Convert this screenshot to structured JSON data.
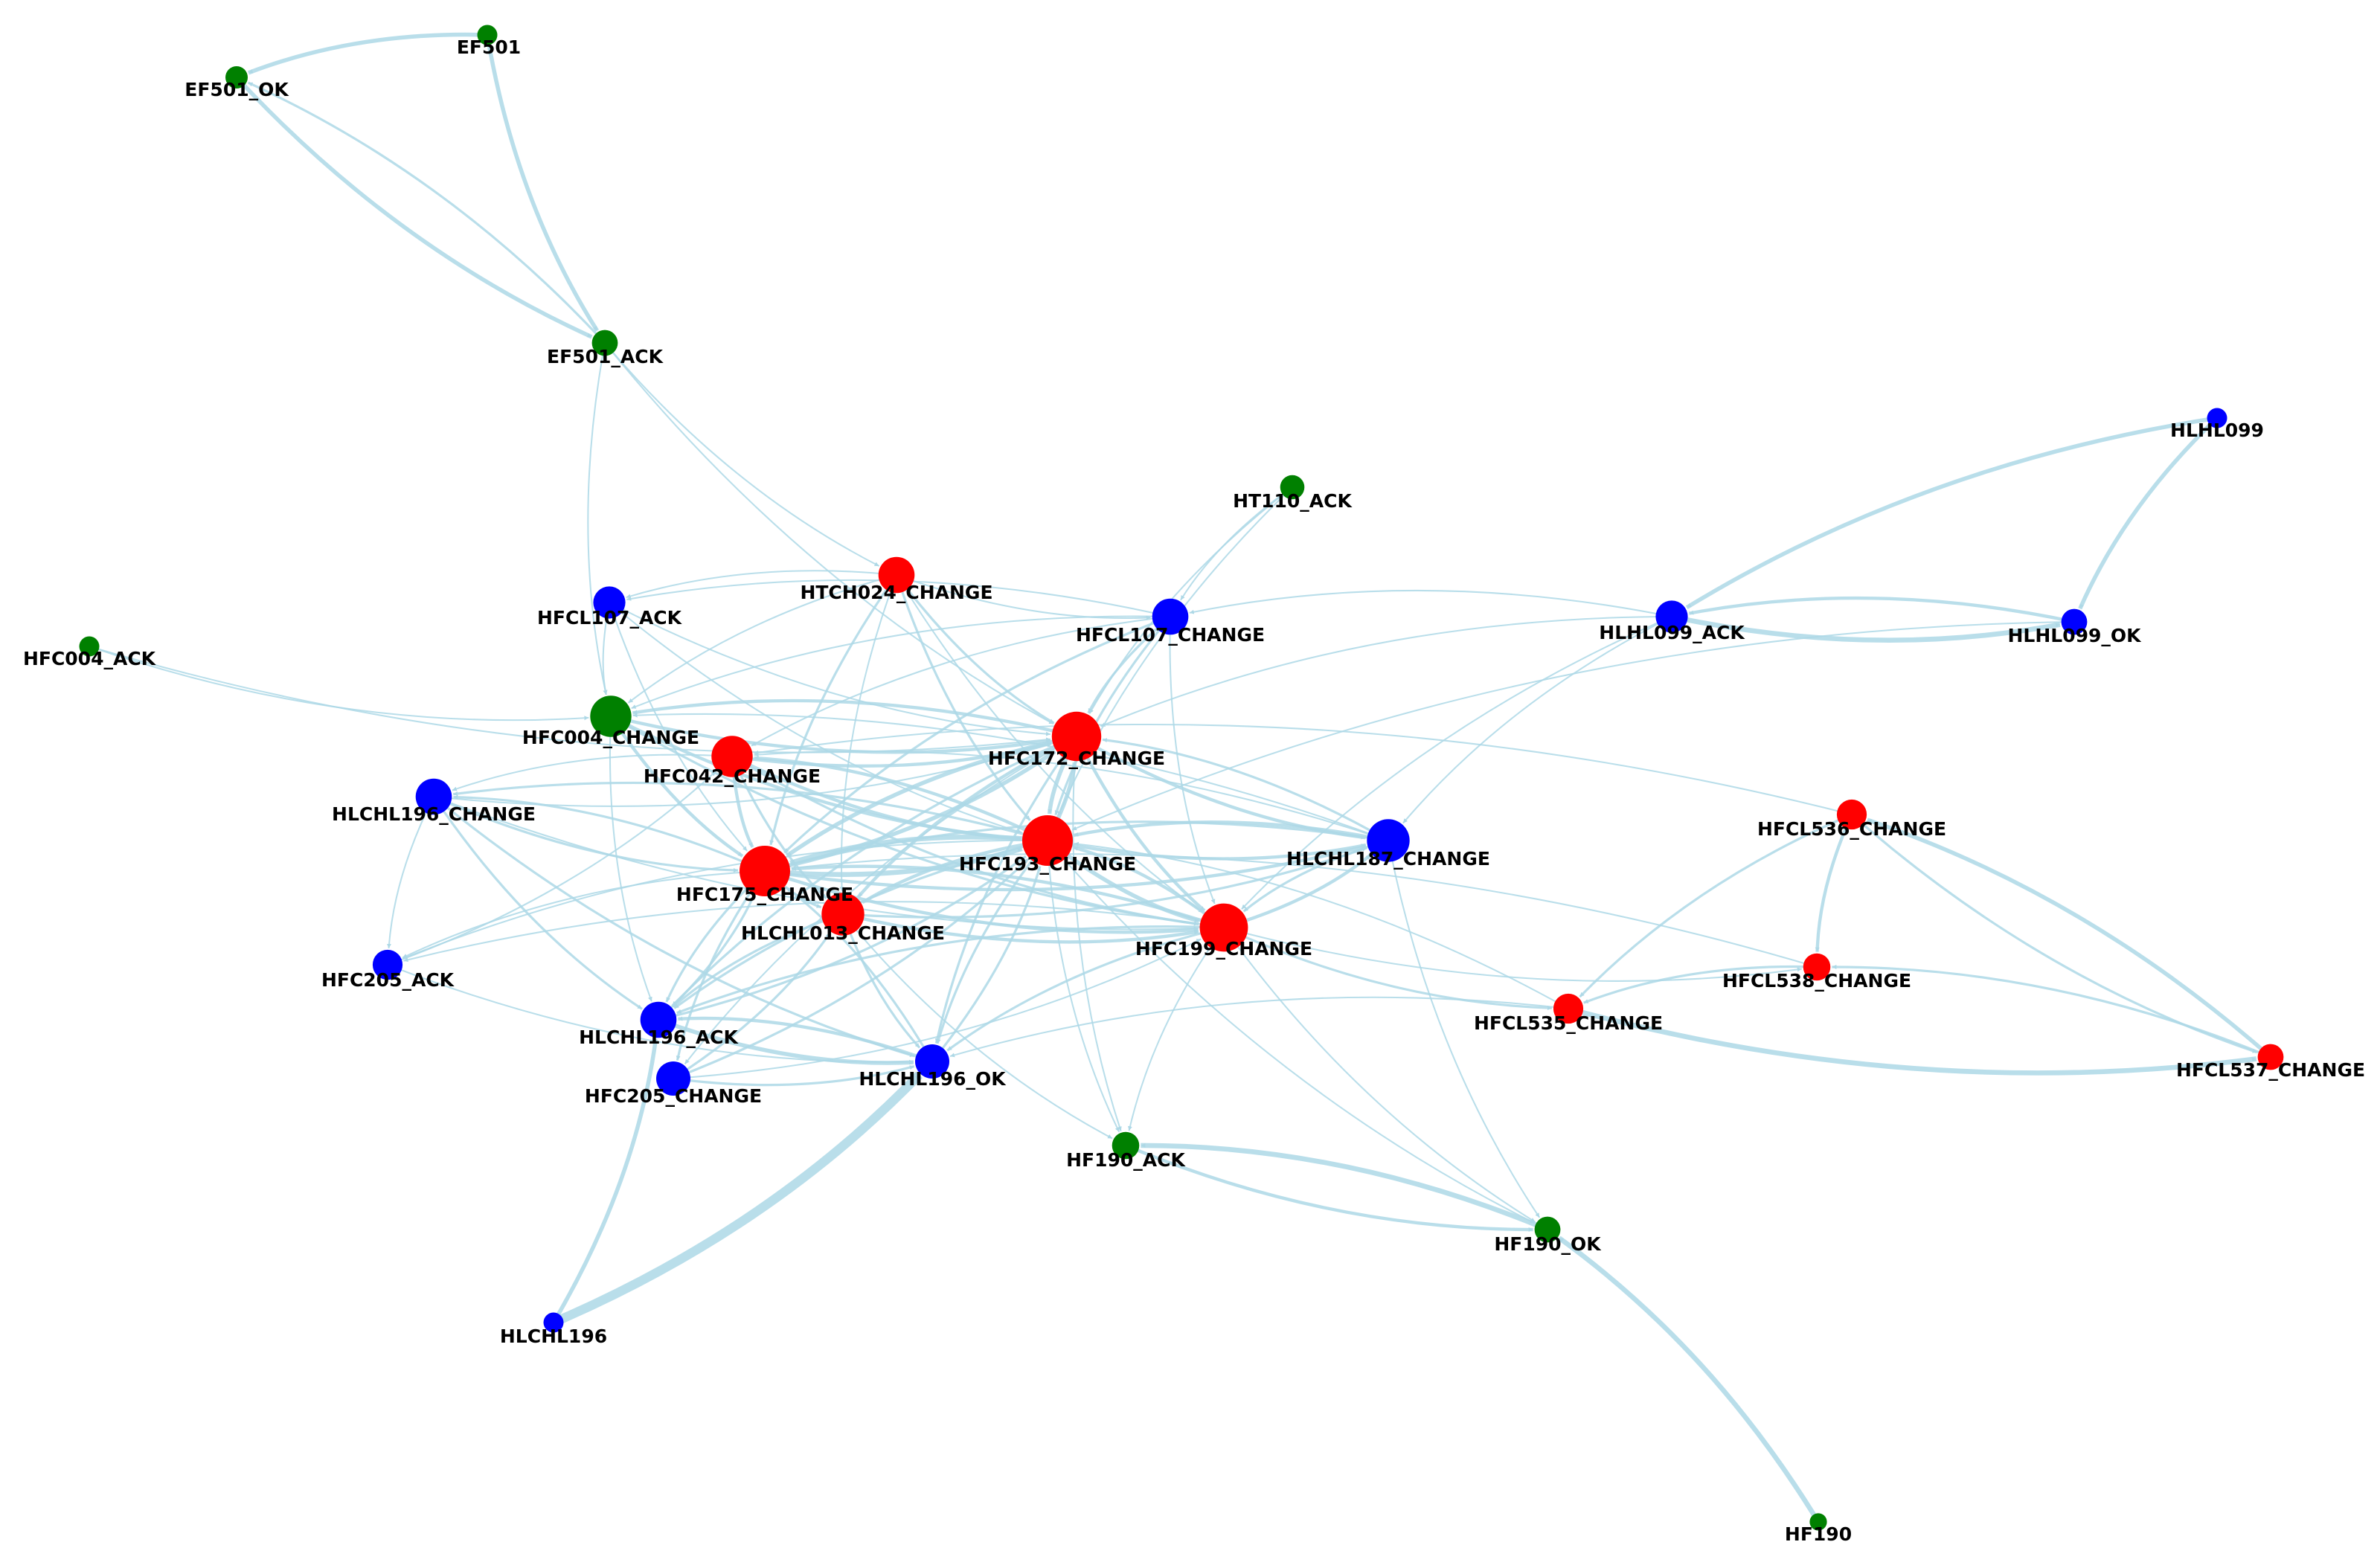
{
  "colors": {
    "edge": "#add8e6",
    "red": "#ff0000",
    "blue": "#0000ff",
    "green": "#008000",
    "label": "#000000",
    "background": "#ffffff"
  },
  "nodes": [
    {
      "id": "EF501",
      "label": "EF501",
      "color": "green",
      "degree": 2
    },
    {
      "id": "EF501_OK",
      "label": "EF501_OK",
      "color": "green",
      "degree": 3
    },
    {
      "id": "EF501_ACK",
      "label": "EF501_ACK",
      "color": "green",
      "degree": 5
    },
    {
      "id": "HT110_ACK",
      "label": "HT110_ACK",
      "color": "green",
      "degree": 4
    },
    {
      "id": "HTCH024_CHANGE",
      "label": "HTCH024_CHANGE",
      "color": "red",
      "degree": 14
    },
    {
      "id": "HFCL107_ACK",
      "label": "HFCL107_ACK",
      "color": "blue",
      "degree": 10
    },
    {
      "id": "HFCL107_CHANGE",
      "label": "HFCL107_CHANGE",
      "color": "blue",
      "degree": 14
    },
    {
      "id": "HLHL099",
      "label": "HLHL099",
      "color": "blue",
      "degree": 2
    },
    {
      "id": "HLHL099_ACK",
      "label": "HLHL099_ACK",
      "color": "blue",
      "degree": 10
    },
    {
      "id": "HLHL099_OK",
      "label": "HLHL099_OK",
      "color": "blue",
      "degree": 5
    },
    {
      "id": "HFC004_ACK",
      "label": "HFC004_ACK",
      "color": "green",
      "degree": 2
    },
    {
      "id": "HFC004_CHANGE",
      "label": "HFC004_CHANGE",
      "color": "green",
      "degree": 20
    },
    {
      "id": "HFC042_CHANGE",
      "label": "HFC042_CHANGE",
      "color": "red",
      "degree": 20
    },
    {
      "id": "HFC172_CHANGE",
      "label": "HFC172_CHANGE",
      "color": "red",
      "degree": 32
    },
    {
      "id": "HLCHL196_CHANGE",
      "label": "HLCHL196_CHANGE",
      "color": "blue",
      "degree": 14
    },
    {
      "id": "HFC193_CHANGE",
      "label": "HFC193_CHANGE",
      "color": "red",
      "degree": 34
    },
    {
      "id": "HLCHL187_CHANGE",
      "label": "HLCHL187_CHANGE",
      "color": "blue",
      "degree": 22
    },
    {
      "id": "HFCL536_CHANGE",
      "label": "HFCL536_CHANGE",
      "color": "red",
      "degree": 8
    },
    {
      "id": "HFC175_CHANGE",
      "label": "HFC175_CHANGE",
      "color": "red",
      "degree": 34
    },
    {
      "id": "HLCHL013_CHANGE",
      "label": "HLCHL013_CHANGE",
      "color": "red",
      "degree": 22
    },
    {
      "id": "HFC199_CHANGE",
      "label": "HFC199_CHANGE",
      "color": "red",
      "degree": 30
    },
    {
      "id": "HFCL538_CHANGE",
      "label": "HFCL538_CHANGE",
      "color": "red",
      "degree": 6
    },
    {
      "id": "HFC205_ACK",
      "label": "HFC205_ACK",
      "color": "blue",
      "degree": 8
    },
    {
      "id": "HFCL535_CHANGE",
      "label": "HFCL535_CHANGE",
      "color": "red",
      "degree": 8
    },
    {
      "id": "HLCHL196_ACK",
      "label": "HLCHL196_ACK",
      "color": "blue",
      "degree": 14
    },
    {
      "id": "HFC205_CHANGE",
      "label": "HFC205_CHANGE",
      "color": "blue",
      "degree": 12
    },
    {
      "id": "HLCHL196_OK",
      "label": "HLCHL196_OK",
      "color": "blue",
      "degree": 12
    },
    {
      "id": "HFCL537_CHANGE",
      "label": "HFCL537_CHANGE",
      "color": "red",
      "degree": 5
    },
    {
      "id": "HF190_ACK",
      "label": "HF190_ACK",
      "color": "green",
      "degree": 6
    },
    {
      "id": "HF190_OK",
      "label": "HF190_OK",
      "color": "green",
      "degree": 5
    },
    {
      "id": "HLCHL196",
      "label": "HLCHL196",
      "color": "blue",
      "degree": 2
    },
    {
      "id": "HF190",
      "label": "HF190",
      "color": "green",
      "degree": 1
    }
  ],
  "edges": [
    {
      "source": "EF501",
      "target": "EF501_OK",
      "weight": 4
    },
    {
      "source": "EF501",
      "target": "EF501_ACK",
      "weight": 4
    },
    {
      "source": "EF501_OK",
      "target": "EF501_ACK",
      "weight": 4
    },
    {
      "source": "EF501_ACK",
      "target": "EF501_OK",
      "weight": 2
    },
    {
      "source": "EF501_ACK",
      "target": "HFC004_CHANGE",
      "weight": 1
    },
    {
      "source": "EF501_ACK",
      "target": "HTCH024_CHANGE",
      "weight": 1
    },
    {
      "source": "EF501_ACK",
      "target": "HFC172_CHANGE",
      "weight": 1
    },
    {
      "source": "HT110_ACK",
      "target": "HFCL107_CHANGE",
      "weight": 1
    },
    {
      "source": "HT110_ACK",
      "target": "HFC172_CHANGE",
      "weight": 1
    },
    {
      "source": "HT110_ACK",
      "target": "HFC193_CHANGE",
      "weight": 1
    },
    {
      "source": "HLHL099",
      "target": "HLHL099_ACK",
      "weight": 4
    },
    {
      "source": "HLHL099",
      "target": "HLHL099_OK",
      "weight": 4
    },
    {
      "source": "HLHL099_ACK",
      "target": "HLHL099_OK",
      "weight": 5
    },
    {
      "source": "HLHL099_OK",
      "target": "HLHL099_ACK",
      "weight": 3
    },
    {
      "source": "HLHL099_ACK",
      "target": "HLCHL187_CHANGE",
      "weight": 1
    },
    {
      "source": "HLHL099_ACK",
      "target": "HFC199_CHANGE",
      "weight": 1
    },
    {
      "source": "HLHL099_ACK",
      "target": "HFC172_CHANGE",
      "weight": 1
    },
    {
      "source": "HLHL099_ACK",
      "target": "HFCL107_CHANGE",
      "weight": 1
    },
    {
      "source": "HLHL099_OK",
      "target": "HFC193_CHANGE",
      "weight": 1
    },
    {
      "source": "HFCL107_CHANGE",
      "target": "HFCL107_ACK",
      "weight": 1
    },
    {
      "source": "HFCL107_CHANGE",
      "target": "HFC172_CHANGE",
      "weight": 2
    },
    {
      "source": "HFCL107_CHANGE",
      "target": "HFC193_CHANGE",
      "weight": 2
    },
    {
      "source": "HFCL107_CHANGE",
      "target": "HFC175_CHANGE",
      "weight": 2
    },
    {
      "source": "HFCL107_CHANGE",
      "target": "HFC042_CHANGE",
      "weight": 1
    },
    {
      "source": "HFCL107_CHANGE",
      "target": "HFC004_CHANGE",
      "weight": 1
    },
    {
      "source": "HFCL107_CHANGE",
      "target": "HFC199_CHANGE",
      "weight": 1
    },
    {
      "source": "HFCL107_ACK",
      "target": "HFC004_CHANGE",
      "weight": 1
    },
    {
      "source": "HFCL107_ACK",
      "target": "HFC175_CHANGE",
      "weight": 1
    },
    {
      "source": "HFCL107_ACK",
      "target": "HFC172_CHANGE",
      "weight": 1
    },
    {
      "source": "HFCL107_ACK",
      "target": "HFC193_CHANGE",
      "weight": 1
    },
    {
      "source": "HTCH024_CHANGE",
      "target": "HFCL107_ACK",
      "weight": 1
    },
    {
      "source": "HTCH024_CHANGE",
      "target": "HFCL107_CHANGE",
      "weight": 1
    },
    {
      "source": "HTCH024_CHANGE",
      "target": "HFC172_CHANGE",
      "weight": 2
    },
    {
      "source": "HTCH024_CHANGE",
      "target": "HFC175_CHANGE",
      "weight": 2
    },
    {
      "source": "HTCH024_CHANGE",
      "target": "HFC193_CHANGE",
      "weight": 2
    },
    {
      "source": "HTCH024_CHANGE",
      "target": "HFC004_CHANGE",
      "weight": 1
    },
    {
      "source": "HTCH024_CHANGE",
      "target": "HLCHL013_CHANGE",
      "weight": 1
    },
    {
      "source": "HTCH024_CHANGE",
      "target": "HFC199_CHANGE",
      "weight": 1
    },
    {
      "source": "HFC004_ACK",
      "target": "HFC004_CHANGE",
      "weight": 1
    },
    {
      "source": "HFC004_ACK",
      "target": "HFC172_CHANGE",
      "weight": 1
    },
    {
      "source": "HFC004_CHANGE",
      "target": "HFC172_CHANGE",
      "weight": 3
    },
    {
      "source": "HFC172_CHANGE",
      "target": "HFC004_CHANGE",
      "weight": 3
    },
    {
      "source": "HFC004_CHANGE",
      "target": "HFC175_CHANGE",
      "weight": 3
    },
    {
      "source": "HFC004_CHANGE",
      "target": "HFC193_CHANGE",
      "weight": 3
    },
    {
      "source": "HFC004_CHANGE",
      "target": "HFC199_CHANGE",
      "weight": 2
    },
    {
      "source": "HFC004_CHANGE",
      "target": "HLCHL196_ACK",
      "weight": 1
    },
    {
      "source": "HFC042_CHANGE",
      "target": "HFC172_CHANGE",
      "weight": 3
    },
    {
      "source": "HFC042_CHANGE",
      "target": "HFC193_CHANGE",
      "weight": 3
    },
    {
      "source": "HFC042_CHANGE",
      "target": "HFC175_CHANGE",
      "weight": 3
    },
    {
      "source": "HFC042_CHANGE",
      "target": "HFC199_CHANGE",
      "weight": 2
    },
    {
      "source": "HFC042_CHANGE",
      "target": "HLCHL013_CHANGE",
      "weight": 2
    },
    {
      "source": "HFC042_CHANGE",
      "target": "HLCHL196_CHANGE",
      "weight": 1
    },
    {
      "source": "HFC193_CHANGE",
      "target": "HFC042_CHANGE",
      "weight": 3
    },
    {
      "source": "HFC172_CHANGE",
      "target": "HFC193_CHANGE",
      "weight": 4
    },
    {
      "source": "HFC193_CHANGE",
      "target": "HFC172_CHANGE",
      "weight": 4
    },
    {
      "source": "HFC172_CHANGE",
      "target": "HFC175_CHANGE",
      "weight": 4
    },
    {
      "source": "HFC175_CHANGE",
      "target": "HFC172_CHANGE",
      "weight": 4
    },
    {
      "source": "HFC172_CHANGE",
      "target": "HFC199_CHANGE",
      "weight": 3
    },
    {
      "source": "HFC172_CHANGE",
      "target": "HLCHL187_CHANGE",
      "weight": 3
    },
    {
      "source": "HFC172_CHANGE",
      "target": "HLCHL013_CHANGE",
      "weight": 3
    },
    {
      "source": "HFC172_CHANGE",
      "target": "HLCHL196_ACK",
      "weight": 2
    },
    {
      "source": "HFC172_CHANGE",
      "target": "HLCHL196_OK",
      "weight": 2
    },
    {
      "source": "HFC172_CHANGE",
      "target": "HFC205_CHANGE",
      "weight": 1
    },
    {
      "source": "HFC193_CHANGE",
      "target": "HFC175_CHANGE",
      "weight": 5
    },
    {
      "source": "HFC175_CHANGE",
      "target": "HFC193_CHANGE",
      "weight": 5
    },
    {
      "source": "HFC193_CHANGE",
      "target": "HFC199_CHANGE",
      "weight": 4
    },
    {
      "source": "HFC199_CHANGE",
      "target": "HFC193_CHANGE",
      "weight": 3
    },
    {
      "source": "HFC193_CHANGE",
      "target": "HLCHL187_CHANGE",
      "weight": 3
    },
    {
      "source": "HLCHL187_CHANGE",
      "target": "HFC193_CHANGE",
      "weight": 3
    },
    {
      "source": "HFC193_CHANGE",
      "target": "HLCHL013_CHANGE",
      "weight": 3
    },
    {
      "source": "HFC193_CHANGE",
      "target": "HLCHL196_CHANGE",
      "weight": 2
    },
    {
      "source": "HFC193_CHANGE",
      "target": "HLCHL196_ACK",
      "weight": 2
    },
    {
      "source": "HFC193_CHANGE",
      "target": "HFC205_ACK",
      "weight": 1
    },
    {
      "source": "HFC193_CHANGE",
      "target": "HLCHL196_OK",
      "weight": 2
    },
    {
      "source": "HFC175_CHANGE",
      "target": "HFC199_CHANGE",
      "weight": 3
    },
    {
      "source": "HFC199_CHANGE",
      "target": "HFC175_CHANGE",
      "weight": 3
    },
    {
      "source": "HFC175_CHANGE",
      "target": "HLCHL187_CHANGE",
      "weight": 3
    },
    {
      "source": "HFC175_CHANGE",
      "target": "HLCHL196_CHANGE",
      "weight": 2
    },
    {
      "source": "HLCHL196_CHANGE",
      "target": "HFC175_CHANGE",
      "weight": 2
    },
    {
      "source": "HFC175_CHANGE",
      "target": "HLCHL196_ACK",
      "weight": 2
    },
    {
      "source": "HFC175_CHANGE",
      "target": "HFC205_CHANGE",
      "weight": 2
    },
    {
      "source": "HFC175_CHANGE",
      "target": "HLCHL013_CHANGE",
      "weight": 2
    },
    {
      "source": "HFC175_CHANGE",
      "target": "HFC205_ACK",
      "weight": 1
    },
    {
      "source": "HLCHL013_CHANGE",
      "target": "HFC199_CHANGE",
      "weight": 3
    },
    {
      "source": "HLCHL013_CHANGE",
      "target": "HLCHL196_OK",
      "weight": 2
    },
    {
      "source": "HLCHL013_CHANGE",
      "target": "HLCHL196_ACK",
      "weight": 2
    },
    {
      "source": "HLCHL013_CHANGE",
      "target": "HF190_ACK",
      "weight": 1
    },
    {
      "source": "HLCHL013_CHANGE",
      "target": "HLCHL187_CHANGE",
      "weight": 2
    },
    {
      "source": "HFC199_CHANGE",
      "target": "HLCHL187_CHANGE",
      "weight": 3
    },
    {
      "source": "HLCHL187_CHANGE",
      "target": "HFC199_CHANGE",
      "weight": 2
    },
    {
      "source": "HLCHL187_CHANGE",
      "target": "HFC172_CHANGE",
      "weight": 2
    },
    {
      "source": "HLCHL187_CHANGE",
      "target": "HFC175_CHANGE",
      "weight": 2
    },
    {
      "source": "HLCHL187_CHANGE",
      "target": "HFC042_CHANGE",
      "weight": 1
    },
    {
      "source": "HLCHL187_CHANGE",
      "target": "HFC004_CHANGE",
      "weight": 1
    },
    {
      "source": "HFC199_CHANGE",
      "target": "HFCL535_CHANGE",
      "weight": 2
    },
    {
      "source": "HFC199_CHANGE",
      "target": "HFCL538_CHANGE",
      "weight": 1
    },
    {
      "source": "HFC199_CHANGE",
      "target": "HF190_ACK",
      "weight": 1
    },
    {
      "source": "HFC199_CHANGE",
      "target": "HF190_OK",
      "weight": 1
    },
    {
      "source": "HFC199_CHANGE",
      "target": "HLCHL196_OK",
      "weight": 2
    },
    {
      "source": "HFC199_CHANGE",
      "target": "HLCHL196_ACK",
      "weight": 2
    },
    {
      "source": "HFC199_CHANGE",
      "target": "HFC205_ACK",
      "weight": 1
    },
    {
      "source": "HFC172_CHANGE",
      "target": "HF190_ACK",
      "weight": 1
    },
    {
      "source": "HFC193_CHANGE",
      "target": "HF190_ACK",
      "weight": 1
    },
    {
      "source": "HFC193_CHANGE",
      "target": "HF190_OK",
      "weight": 1
    },
    {
      "source": "HLCHL187_CHANGE",
      "target": "HF190_OK",
      "weight": 1
    },
    {
      "source": "HLCHL196_CHANGE",
      "target": "HFC205_ACK",
      "weight": 1
    },
    {
      "source": "HLCHL196_CHANGE",
      "target": "HLCHL196_ACK",
      "weight": 2
    },
    {
      "source": "HLCHL196_CHANGE",
      "target": "HLCHL196_OK",
      "weight": 2
    },
    {
      "source": "HLCHL196_CHANGE",
      "target": "HFC172_CHANGE",
      "weight": 1
    },
    {
      "source": "HLCHL196_CHANGE",
      "target": "HFC199_CHANGE",
      "weight": 1
    },
    {
      "source": "HLCHL196_ACK",
      "target": "HLCHL196_OK",
      "weight": 4
    },
    {
      "source": "HLCHL196_OK",
      "target": "HLCHL196_ACK",
      "weight": 3
    },
    {
      "source": "HLCHL196_ACK",
      "target": "HFC193_CHANGE",
      "weight": 2
    },
    {
      "source": "HLCHL196_ACK",
      "target": "HFC175_CHANGE",
      "weight": 2
    },
    {
      "source": "HLCHL196_OK",
      "target": "HFC175_CHANGE",
      "weight": 2
    },
    {
      "source": "HLCHL196_OK",
      "target": "HFC193_CHANGE",
      "weight": 2
    },
    {
      "source": "HFC205_CHANGE",
      "target": "HFC193_CHANGE",
      "weight": 2
    },
    {
      "source": "HFC205_CHANGE",
      "target": "HLCHL013_CHANGE",
      "weight": 2
    },
    {
      "source": "HFC205_CHANGE",
      "target": "HFC199_CHANGE",
      "weight": 1
    },
    {
      "source": "HFC205_CHANGE",
      "target": "HLCHL196_OK",
      "weight": 2
    },
    {
      "source": "HFC205_ACK",
      "target": "HLCHL196_OK",
      "weight": 1
    },
    {
      "source": "HFC205_ACK",
      "target": "HFC042_CHANGE",
      "weight": 1
    },
    {
      "source": "HLCHL196",
      "target": "HLCHL196_ACK",
      "weight": 4
    },
    {
      "source": "HLCHL196",
      "target": "HLCHL196_OK",
      "weight": 10
    },
    {
      "source": "HF190",
      "target": "HF190_OK",
      "weight": 5
    },
    {
      "source": "HF190_OK",
      "target": "HF190_ACK",
      "weight": 5
    },
    {
      "source": "HF190_ACK",
      "target": "HF190_OK",
      "weight": 3
    },
    {
      "source": "HFCL536_CHANGE",
      "target": "HFCL538_CHANGE",
      "weight": 3
    },
    {
      "source": "HFCL536_CHANGE",
      "target": "HFCL535_CHANGE",
      "weight": 2
    },
    {
      "source": "HFCL536_CHANGE",
      "target": "HFCL537_CHANGE",
      "weight": 2
    },
    {
      "source": "HFCL537_CHANGE",
      "target": "HFCL536_CHANGE",
      "weight": 4
    },
    {
      "source": "HFCL535_CHANGE",
      "target": "HFCL537_CHANGE",
      "weight": 5
    },
    {
      "source": "HFCL537_CHANGE",
      "target": "HFCL538_CHANGE",
      "weight": 2
    },
    {
      "source": "HFCL538_CHANGE",
      "target": "HFCL535_CHANGE",
      "weight": 2
    },
    {
      "source": "HFCL538_CHANGE",
      "target": "HFC175_CHANGE",
      "weight": 1
    },
    {
      "source": "HFCL536_CHANGE",
      "target": "HFC042_CHANGE",
      "weight": 1
    },
    {
      "source": "HFCL535_CHANGE",
      "target": "HLCHL196_OK",
      "weight": 1
    },
    {
      "source": "HFCL535_CHANGE",
      "target": "HFC193_CHANGE",
      "weight": 1
    }
  ]
}
